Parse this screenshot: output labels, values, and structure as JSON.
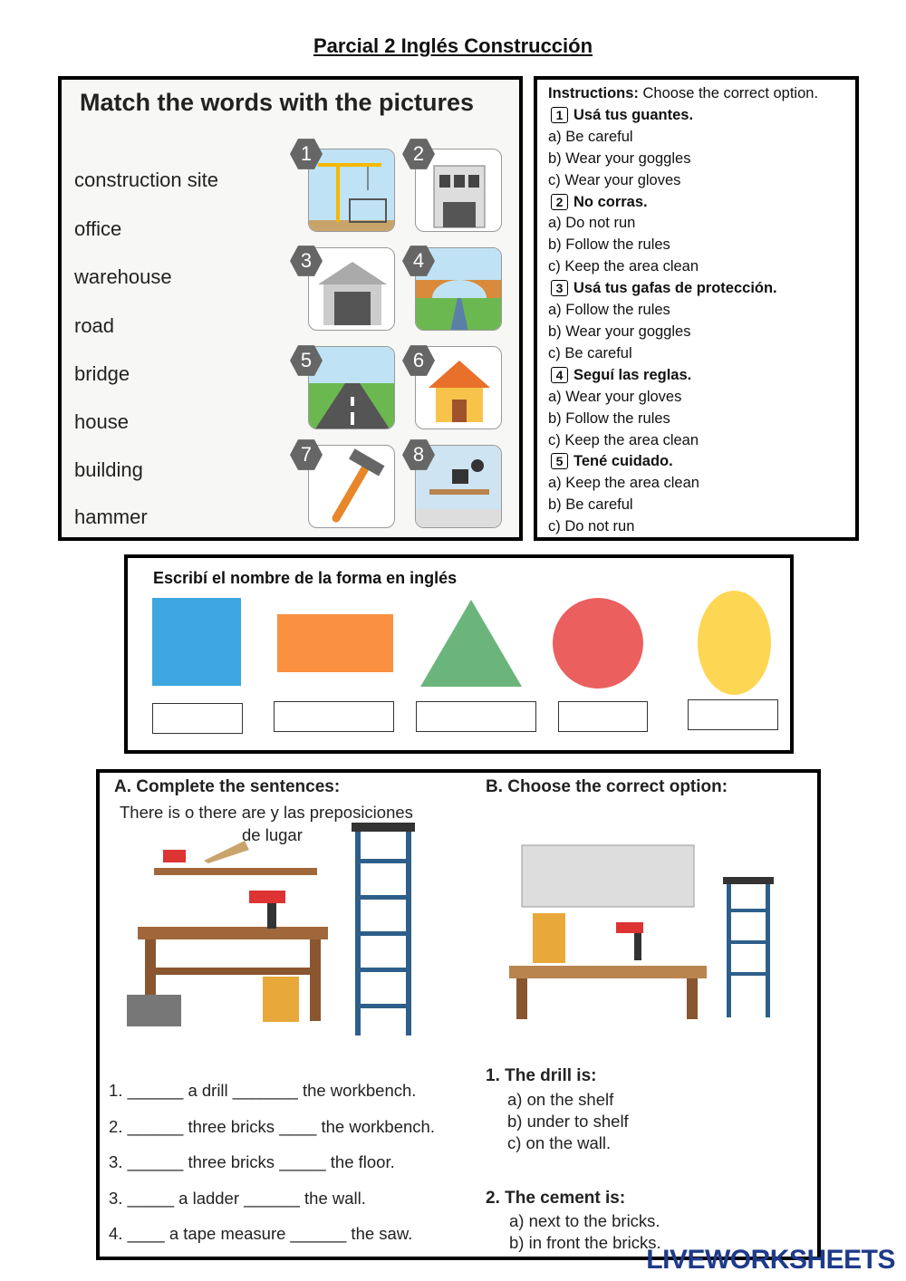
{
  "title": "Parcial 2 Inglés Construcción",
  "match": {
    "heading": "Match the words with the pictures",
    "words": [
      "construction site",
      "office",
      "warehouse",
      "road",
      "bridge",
      "house",
      "building",
      "hammer"
    ],
    "numbers": [
      "1",
      "2",
      "3",
      "4",
      "5",
      "6",
      "7",
      "8"
    ]
  },
  "quiz": {
    "instructions_label": "Instructions:",
    "instructions_text": " Choose the correct option.",
    "questions": [
      {
        "n": "1",
        "q": "Usá tus guantes.",
        "opts": [
          "a) Be careful",
          "b) Wear your goggles",
          "c) Wear your gloves"
        ]
      },
      {
        "n": "2",
        "q": "No corras.",
        "opts": [
          "a) Do not run",
          "b) Follow the rules",
          "c) Keep the area clean"
        ]
      },
      {
        "n": "3",
        "q": "Usá tus gafas de protección.",
        "opts": [
          "a) Follow the rules",
          "b) Wear your goggles",
          "c) Be careful"
        ]
      },
      {
        "n": "4",
        "q": "Seguí las reglas.",
        "opts": [
          "a) Wear your gloves",
          "b) Follow the rules",
          "c) Keep the area clean"
        ]
      },
      {
        "n": "5",
        "q": "Tené cuidado.",
        "opts": [
          "a) Keep the area clean",
          "b) Be careful",
          "c) Do not run"
        ]
      }
    ]
  },
  "shapes": {
    "heading": "Escribí el nombre de la forma en inglés",
    "colors": {
      "square": "#3ea6e0",
      "rectangle": "#f99140",
      "triangle": "#6bb57c",
      "circle": "#ec5f5f",
      "oval": "#fdd654"
    }
  },
  "partA": {
    "heading": "A. Complete the sentences:",
    "sub1": "There is o there are y las preposiciones",
    "sub2": "de lugar",
    "sentences": [
      "1. ______ a drill _______ the workbench.",
      "2. ______ three bricks ____ the workbench.",
      "3. ______ three bricks _____ the floor.",
      "3. _____ a ladder ______ the wall.",
      "4. ____ a tape measure ______ the saw."
    ]
  },
  "partB": {
    "heading": "B. Choose the correct option:",
    "q1": "1. The drill is:",
    "q1opts": [
      "a) on the shelf",
      "b) under to shelf",
      "c) on the wall."
    ],
    "q2": "2. The cement is:",
    "q2opts": [
      "a) next to the bricks.",
      "b) in front the bricks."
    ]
  },
  "watermark": "LIVEWORKSHEETS"
}
